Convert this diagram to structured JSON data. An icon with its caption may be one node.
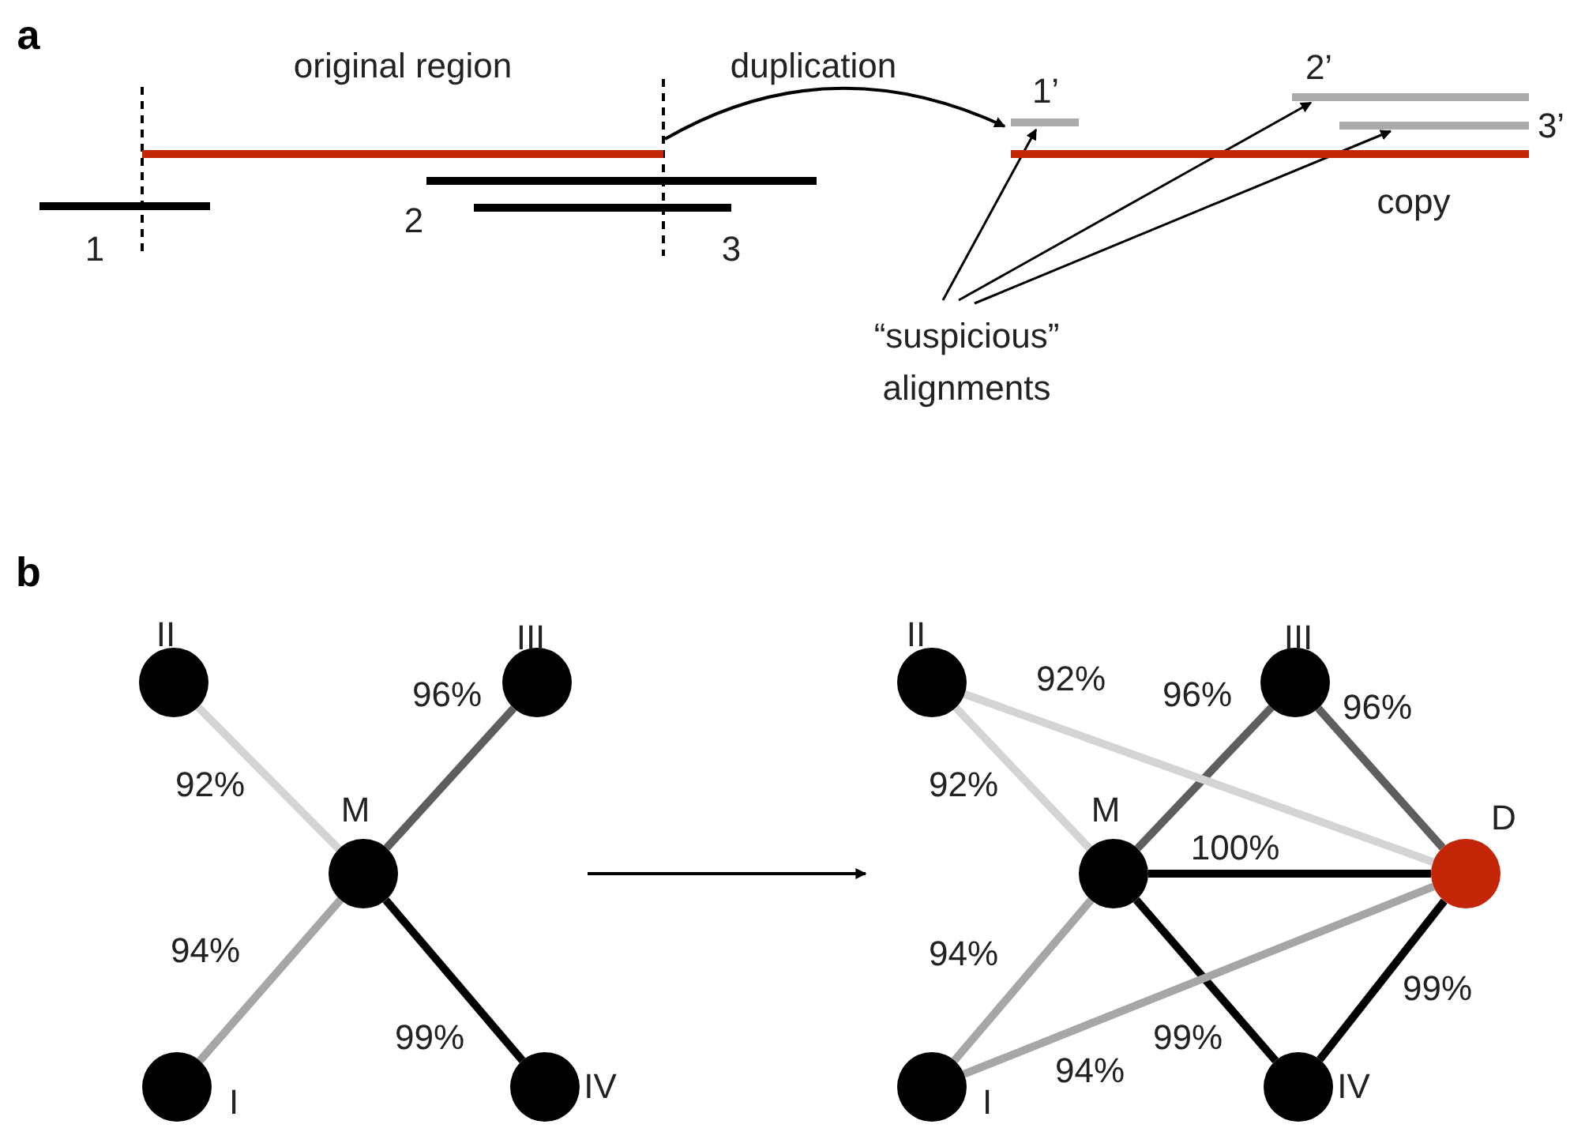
{
  "diagram": {
    "nodes": [
      {
        "text": [
          "original region"
        ]
      },
      {
        "text": [
          "copy"
        ]
      },
      {
        "text": [
          "1"
        ]
      },
      {
        "text": [
          "2"
        ]
      },
      {
        "text": [
          "3"
        ]
      },
      {
        "text": [
          "1’"
        ]
      },
      {
        "text": [
          "2’"
        ]
      },
      {
        "text": [
          "3’"
        ]
      },
      {
        "text": [
          "“suspicious” alignments"
        ]
      },
      {
        "text": [
          "II"
        ]
      },
      {
        "text": [
          "III"
        ]
      },
      {
        "text": [
          "M"
        ]
      },
      {
        "text": [
          "I"
        ]
      },
      {
        "text": [
          "IV"
        ]
      },
      {
        "text": [
          "II"
        ]
      },
      {
        "text": [
          "III"
        ]
      },
      {
        "text": [
          "M"
        ]
      },
      {
        "text": [
          "D"
        ]
      },
      {
        "text": [
          "I"
        ]
      },
      {
        "text": [
          "IV"
        ]
      }
    ],
    "edges": [
      {
        "from": 0,
        "to": 1,
        "arrow": "to",
        "label": "duplication"
      },
      {
        "from": 8,
        "to": 5,
        "arrow": "to"
      },
      {
        "from": 8,
        "to": 6,
        "arrow": "to"
      },
      {
        "from": 8,
        "to": 7,
        "arrow": "to"
      },
      {
        "from": 11,
        "to": 9,
        "arrow": "none",
        "label": "92%",
        "color": "#d4d4d4"
      },
      {
        "from": 11,
        "to": 10,
        "arrow": "none",
        "label": "96%",
        "color": "#5e5e5e"
      },
      {
        "from": 11,
        "to": 12,
        "arrow": "none",
        "label": "94%",
        "color": "#a6a6a6"
      },
      {
        "from": 11,
        "to": 13,
        "arrow": "none",
        "label": "99%"
      },
      {
        "from": 16,
        "to": 14,
        "arrow": "none",
        "label": "92%",
        "color": "#d4d4d4"
      },
      {
        "from": 16,
        "to": 15,
        "arrow": "none",
        "label": "96%",
        "color": "#5e5e5e"
      },
      {
        "from": 16,
        "to": 18,
        "arrow": "none",
        "label": "94%",
        "color": "#a6a6a6"
      },
      {
        "from": 16,
        "to": 19,
        "arrow": "none",
        "label": "99%"
      },
      {
        "from": 16,
        "to": 17,
        "arrow": "none",
        "label": "100%"
      },
      {
        "from": 14,
        "to": 17,
        "arrow": "none",
        "label": "92%",
        "color": "#d4d4d4"
      },
      {
        "from": 15,
        "to": 17,
        "arrow": "none",
        "label": "96%",
        "color": "#5e5e5e"
      },
      {
        "from": 18,
        "to": 17,
        "arrow": "none",
        "label": "94%",
        "color": "#a6a6a6"
      },
      {
        "from": 19,
        "to": 17,
        "arrow": "none",
        "label": "99%"
      }
    ],
    "labels": [
      "a",
      "b"
    ]
  }
}
